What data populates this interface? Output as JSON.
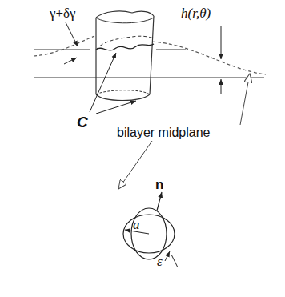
{
  "diagram": {
    "labels": [
      "γ+δγ",
      "h(r,θ)",
      "C",
      "bilayer midplane",
      "n",
      "a",
      "ε"
    ]
  }
}
